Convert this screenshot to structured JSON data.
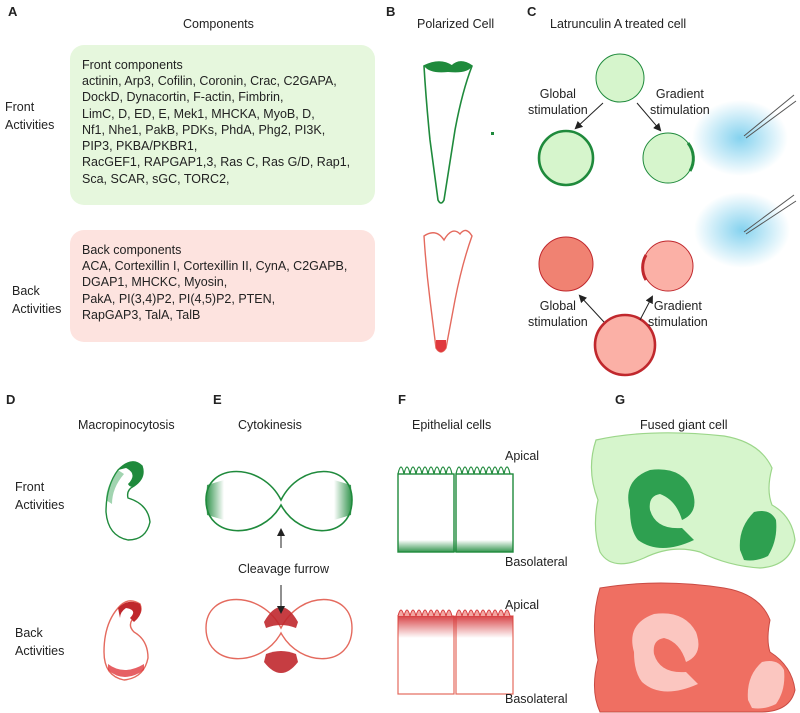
{
  "panels": {
    "A": {
      "letter": "A",
      "title": "Components",
      "front_label": [
        "Front",
        "Activities"
      ],
      "back_label": [
        "Back",
        "Activities"
      ],
      "front_heading": "Front components",
      "front_lines": [
        "actinin, Arp3, Cofilin, Coronin, Crac, C2GAPA,",
        "DockD, Dynacortin, F-actin, Fimbrin,",
        "LimC, D, ED, E, Mek1, MHCKA, MyoB, D,",
        "Nf1, Nhe1, PakB, PDKs, PhdA, Phg2, PI3K,",
        "PIP3, PKBA/PKBR1,",
        "RacGEF1, RAPGAP1,3, Ras C, Ras G/D, Rap1,",
        "Sca, SCAR, sGC, TORC2,"
      ],
      "back_heading": "Back components",
      "back_lines": [
        "ACA, Cortexillin I, Cortexillin II, CynA, C2GAPB,",
        "DGAP1, MHCKC, Myosin,",
        "PakA, PI(3,4)P2, PI(4,5)P2, PTEN,",
        "RapGAP3,  TalA, TalB"
      ]
    },
    "B": {
      "letter": "B",
      "title": "Polarized Cell"
    },
    "C": {
      "letter": "C",
      "title": "Latrunculin A treated cell",
      "global_top": [
        "Global",
        "stimulation"
      ],
      "gradient_top": [
        "Gradient",
        "stimulation"
      ],
      "global_bottom": [
        "Global",
        "stimulation"
      ],
      "gradient_bottom": [
        "Gradient",
        "stimulation"
      ]
    },
    "D": {
      "letter": "D",
      "title": "Macropinocytosis",
      "front_label": [
        "Front",
        "Activities"
      ],
      "back_label": [
        "Back",
        "Activities"
      ]
    },
    "E": {
      "letter": "E",
      "title": "Cytokinesis",
      "furrow": "Cleavage furrow"
    },
    "F": {
      "letter": "F",
      "title": "Epithelial cells",
      "apical_top": "Apical",
      "basolateral_top": "Basolateral",
      "apical_bottom": "Apical",
      "basolateral_bottom": "Basolateral"
    },
    "G": {
      "letter": "G",
      "title": "Fused giant cell"
    }
  },
  "colors": {
    "front_dark": "#1f8a3c",
    "front_fill": "#d6f5cc",
    "front_box": "#e6f7dd",
    "back_dark": "#c0282d",
    "back_fill": "#f08272",
    "back_box": "#fde3df",
    "back_light": "#fbb0a6",
    "stimulus": "#7fd0ee"
  }
}
